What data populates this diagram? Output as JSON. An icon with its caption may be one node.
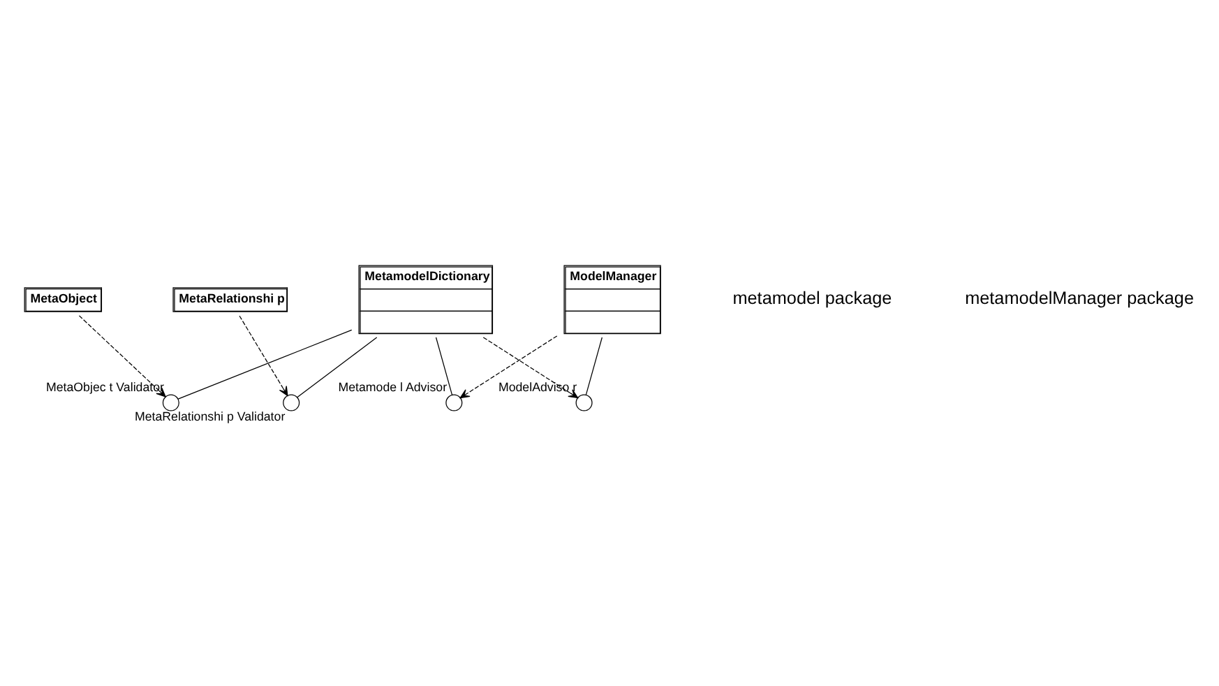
{
  "diagram": {
    "nodes": [
      {
        "text": [
          "MetaObject"
        ]
      },
      {
        "text": [
          "MetaRelationshi p"
        ]
      },
      {
        "text": [],
        "shape": "circle",
        "beside": [
          "MetaObjec t Validator"
        ]
      },
      {
        "text": [],
        "shape": "circle",
        "beside": [
          "MetaRelationshi p Validator"
        ]
      },
      {
        "text": [
          "MetamodelDictionary"
        ]
      },
      {
        "text": [],
        "shape": "circle",
        "beside": [
          "Metamode l Advisor"
        ]
      },
      {
        "text": [
          "ModelManager"
        ]
      },
      {
        "text": [],
        "shape": "circle",
        "beside": [
          "ModelAdviso r"
        ]
      }
    ],
    "edges": [
      {
        "from": 0,
        "to": 2,
        "arrow": "to",
        "style": "dashed"
      },
      {
        "from": 1,
        "to": 3,
        "arrow": "to",
        "style": "dashed"
      },
      {
        "from": 4,
        "to": 2,
        "arrow": "none"
      },
      {
        "from": 4,
        "to": 3,
        "arrow": "none"
      },
      {
        "from": 4,
        "to": 5,
        "arrow": "none"
      },
      {
        "from": 6,
        "to": 5,
        "arrow": "to",
        "style": "dashed"
      },
      {
        "from": 4,
        "to": 7,
        "arrow": "to",
        "style": "dashed"
      },
      {
        "from": 6,
        "to": 7,
        "arrow": "none"
      }
    ],
    "labels": [
      "metamodel package",
      "metamodelManager package"
    ]
  }
}
